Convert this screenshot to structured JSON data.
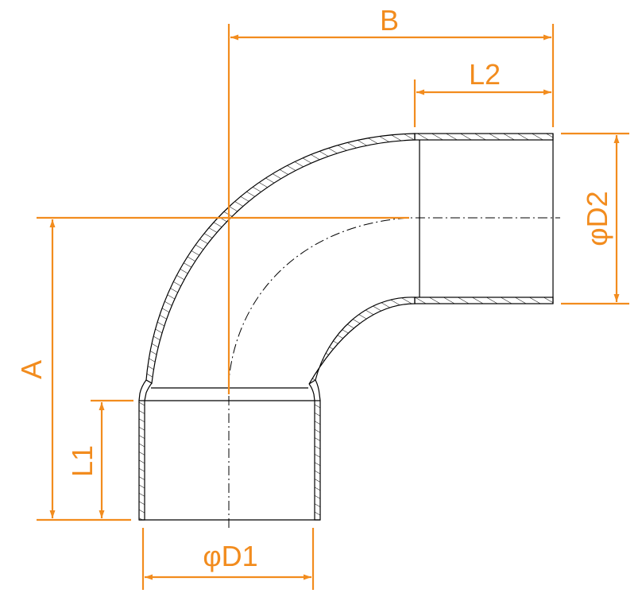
{
  "colors": {
    "dimension": "#F28C1E",
    "outline": "#000000",
    "background": "#FFFFFF"
  },
  "labels": {
    "B": "B",
    "L2": "L2",
    "D2": "φD2",
    "A": "A",
    "L1": "L1",
    "D1": "φD1"
  }
}
